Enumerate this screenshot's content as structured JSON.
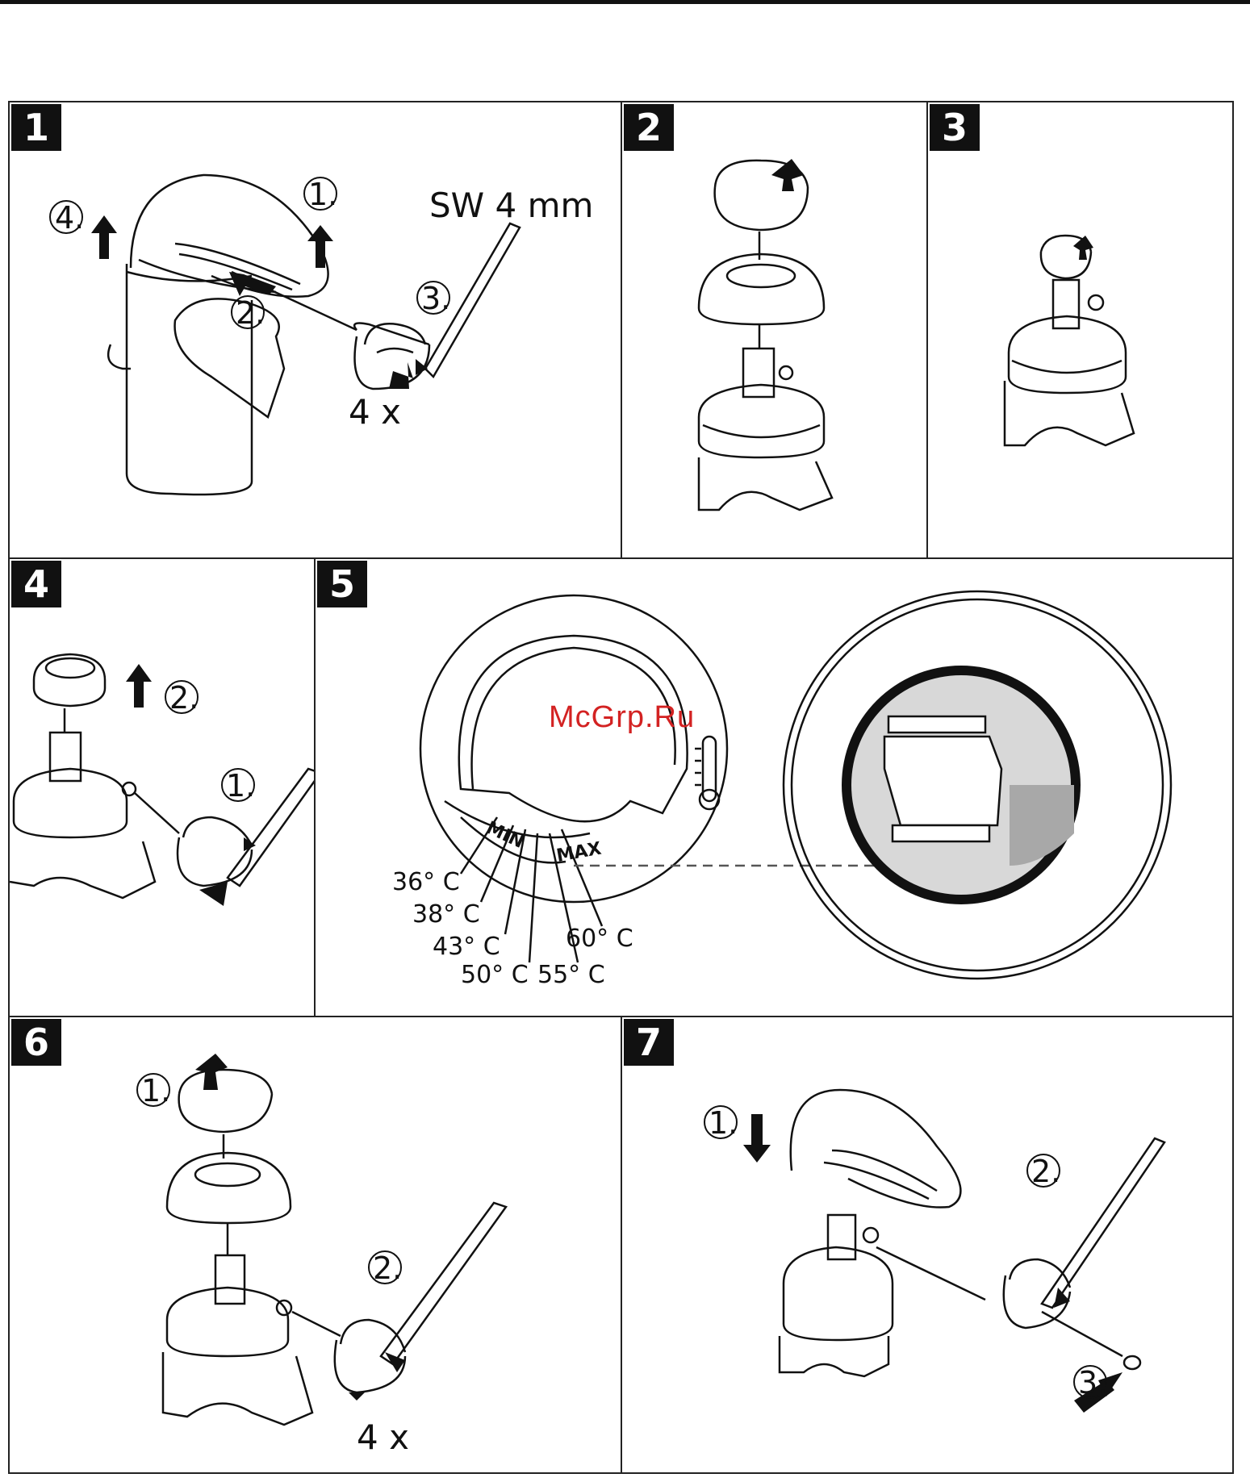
{
  "steps": [
    {
      "number": "1",
      "labels": {
        "step1": "1.",
        "step2": "2.",
        "step3": "3.",
        "step4": "4.",
        "tool": "SW 4 mm",
        "turns": "4 x"
      }
    },
    {
      "number": "2"
    },
    {
      "number": "3"
    },
    {
      "number": "4",
      "labels": {
        "step1": "1.",
        "step2": "2."
      }
    },
    {
      "number": "5",
      "labels": {
        "min": "MIN",
        "max": "MAX",
        "temps": [
          "36° C",
          "38° C",
          "43° C",
          "50° C",
          "55° C",
          "60° C"
        ]
      }
    },
    {
      "number": "6",
      "labels": {
        "step1": "1.",
        "step2": "2.",
        "turns": "4 x"
      }
    },
    {
      "number": "7",
      "labels": {
        "step1": "1.",
        "step2": "2.",
        "step3": "3."
      }
    }
  ],
  "watermark": "McGrp.Ru",
  "colors": {
    "ink": "#111111",
    "watermark": "#d32222",
    "grey": "#d8d8d8",
    "dark_grey": "#a8a8a8"
  }
}
